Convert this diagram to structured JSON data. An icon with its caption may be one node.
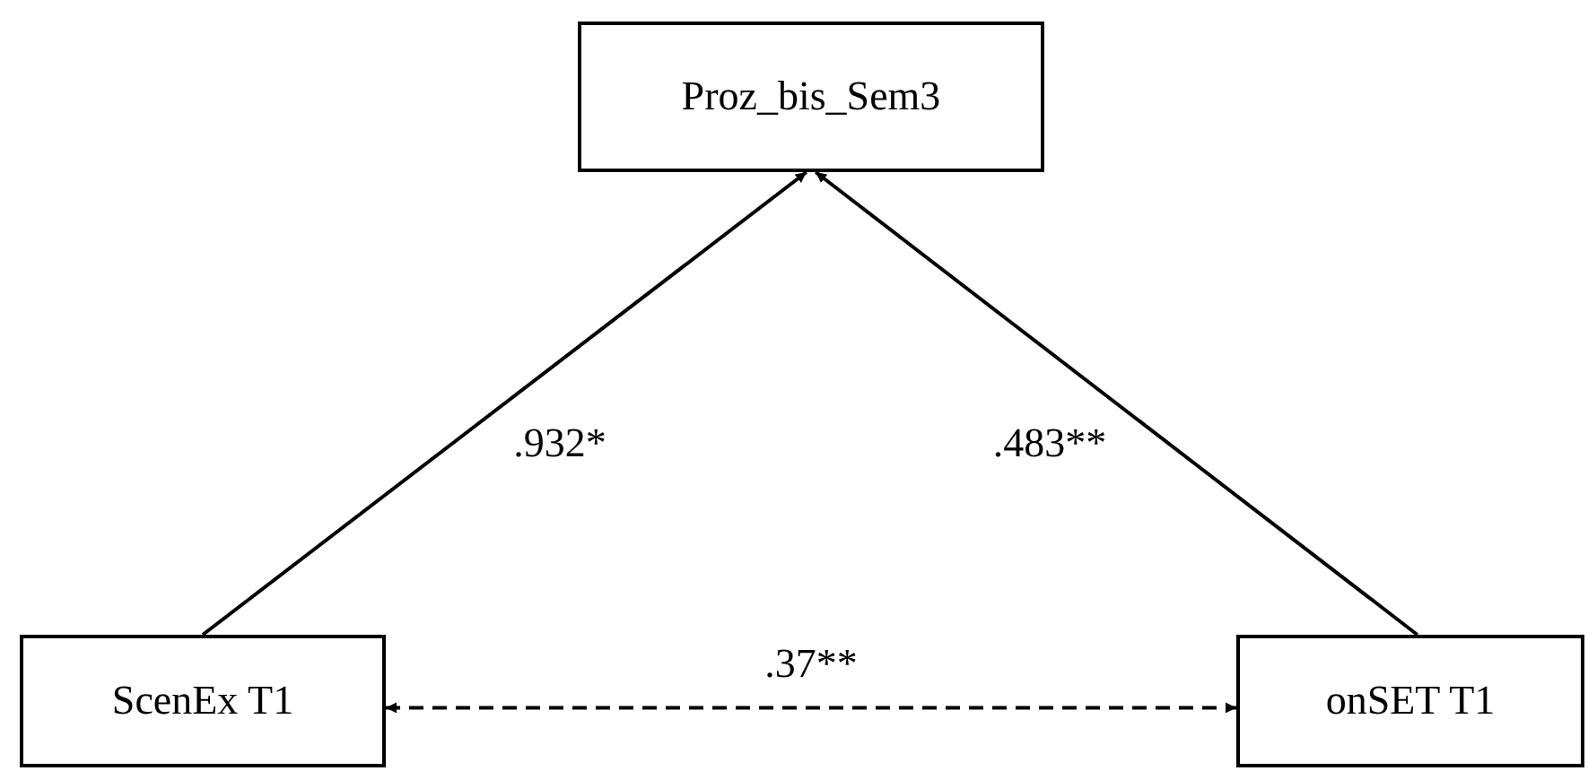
{
  "diagram": {
    "nodes": [
      {
        "text": [
          "Proz_bis_Sem3"
        ]
      },
      {
        "text": [
          "ScenEx T1"
        ]
      },
      {
        "text": [
          "onSET T1"
        ]
      }
    ],
    "edges": [
      {
        "from": 1,
        "to": 0,
        "arrow": "to",
        "label": ".932*"
      },
      {
        "from": 2,
        "to": 0,
        "arrow": "to",
        "label": ".483**"
      },
      {
        "from": 1,
        "to": 2,
        "arrow": "both",
        "label": ".37**",
        "style": "dashed"
      }
    ]
  }
}
